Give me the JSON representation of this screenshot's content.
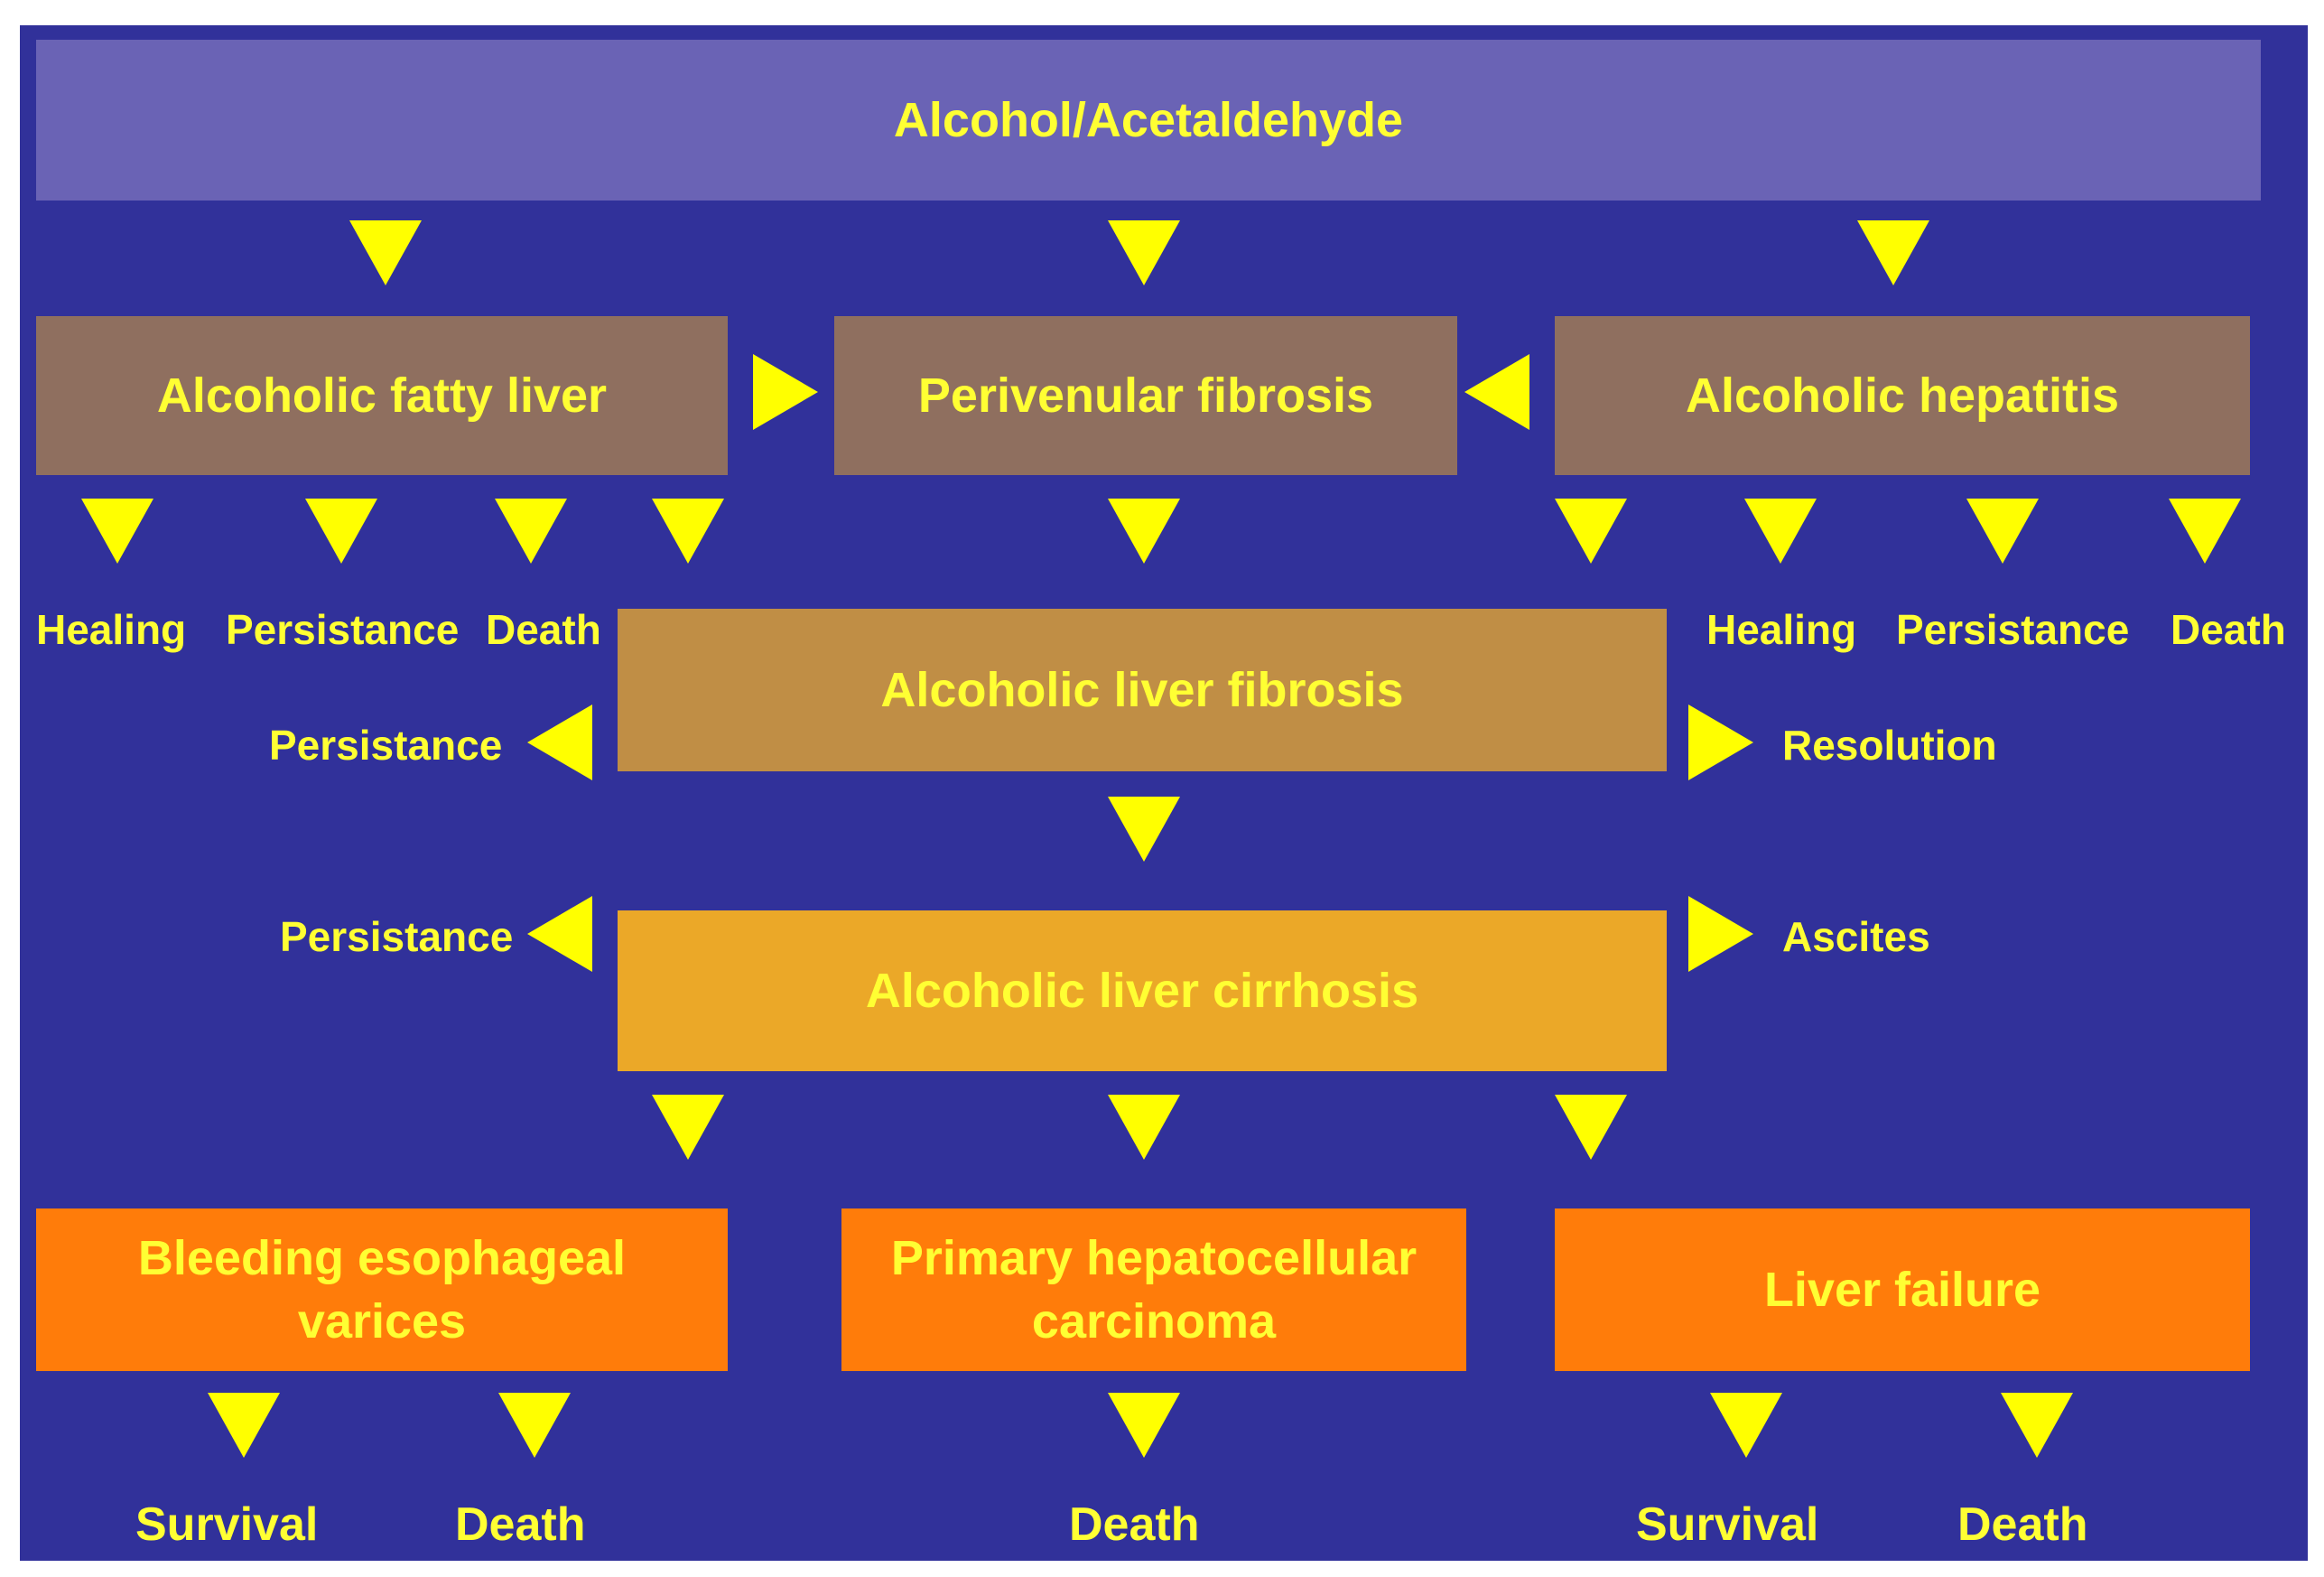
{
  "colors": {
    "background": "#31319a",
    "top_box": "#6a63b5",
    "stage1_box": "#8f6f5f",
    "fibrosis_box": "#c08e45",
    "cirrhosis_box": "#eba828",
    "complication_box": "#ff7c0a",
    "text": "#ffff33",
    "arrow": "#ffff00"
  },
  "top": {
    "label": "Alcohol/Acetaldehyde"
  },
  "stage1": {
    "fatty_liver": "Alcoholic fatty liver",
    "perivenular": "Perivenular fibrosis",
    "hepatitis": "Alcoholic hepatitis"
  },
  "fatty_outcomes": {
    "healing": "Healing",
    "persistance": "Persistance",
    "death": "Death"
  },
  "hepatitis_outcomes": {
    "healing": "Healing",
    "persistance": "Persistance",
    "death": "Death"
  },
  "fibrosis": {
    "label": "Alcoholic liver fibrosis",
    "left": "Persistance",
    "right": "Resolution"
  },
  "cirrhosis": {
    "label": "Alcoholic liver cirrhosis",
    "left": "Persistance",
    "right": "Ascites"
  },
  "complications": {
    "varices": {
      "line1": "Bleeding esophageal",
      "line2": "varices",
      "survival": "Survival",
      "death": "Death"
    },
    "carcinoma": {
      "line1": "Primary hepatocellular",
      "line2": "carcinoma",
      "death": "Death"
    },
    "failure": {
      "label": "Liver failure",
      "survival": "Survival",
      "death": "Death"
    }
  }
}
